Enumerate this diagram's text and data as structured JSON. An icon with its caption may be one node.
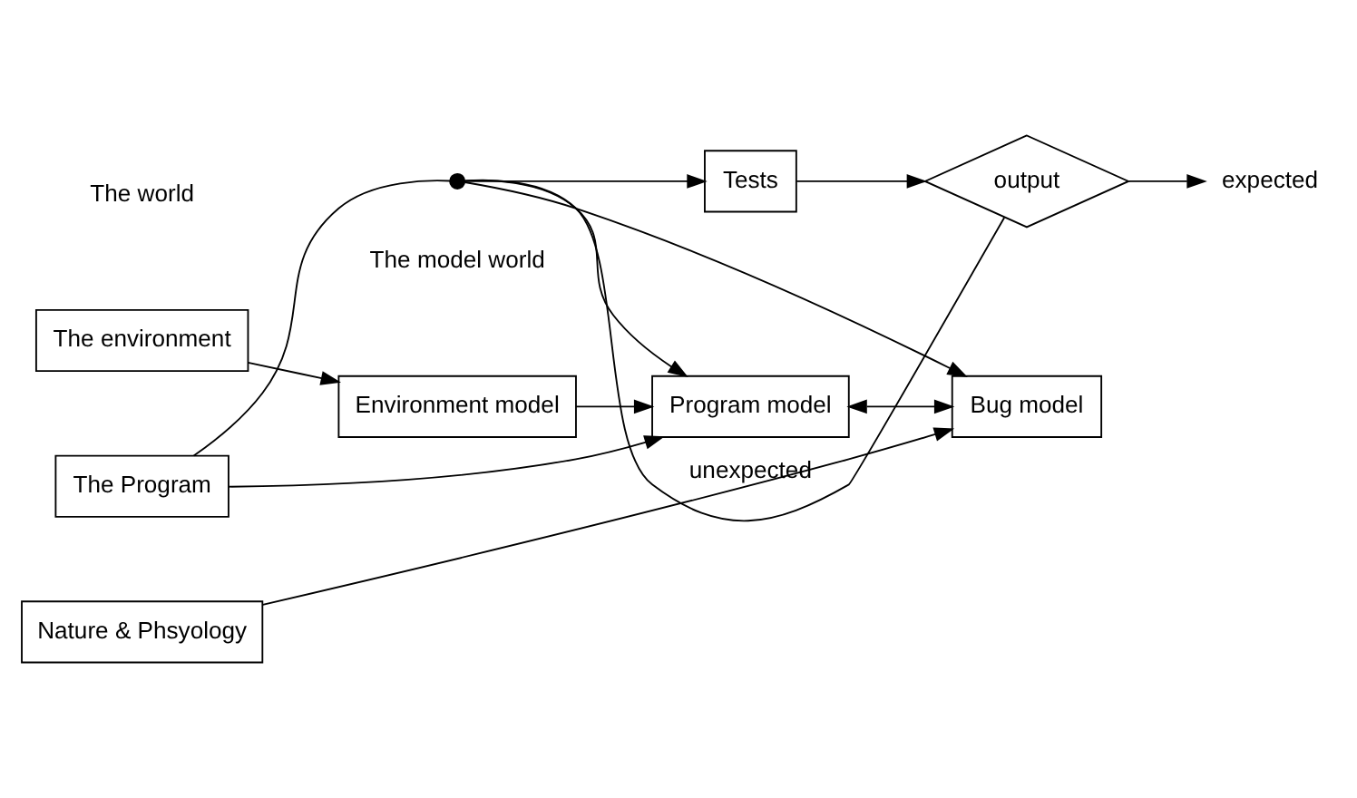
{
  "diagram": {
    "nodes": [
      {
        "text": [
          "The environment"
        ]
      },
      {
        "text": [
          "The Program"
        ]
      },
      {
        "text": [
          "Nature & Phsyology"
        ]
      },
      {
        "text": [
          "Environment model"
        ]
      },
      {
        "text": [
          "Program model"
        ]
      },
      {
        "text": [
          "Bug model"
        ]
      },
      {
        "text": [
          "Tests"
        ]
      },
      {
        "text": [
          "output"
        ]
      },
      {
        "text": [],
        "shape": "circle"
      },
      {
        "text": [
          "expected"
        ]
      }
    ],
    "edges": [
      {
        "from": 0,
        "to": 3,
        "arrow": "to"
      },
      {
        "from": 3,
        "to": 4,
        "arrow": "to"
      },
      {
        "from": 1,
        "to": 4,
        "arrow": "to"
      },
      {
        "from": 4,
        "to": 5,
        "arrow": "both"
      },
      {
        "from": 2,
        "to": 5,
        "arrow": "to"
      },
      {
        "from": 1,
        "to": 8,
        "arrow": "none"
      },
      {
        "from": 8,
        "to": 4,
        "arrow": "to"
      },
      {
        "from": 8,
        "to": 5,
        "arrow": "to"
      },
      {
        "from": 8,
        "to": 6,
        "arrow": "to"
      },
      {
        "from": 6,
        "to": 7,
        "arrow": "to"
      },
      {
        "from": 7,
        "to": 8,
        "label": "unexpected",
        "arrow": "none"
      },
      {
        "from": 7,
        "to": 9,
        "arrow": "to"
      }
    ],
    "labels": [
      "The world",
      "The model world"
    ]
  }
}
